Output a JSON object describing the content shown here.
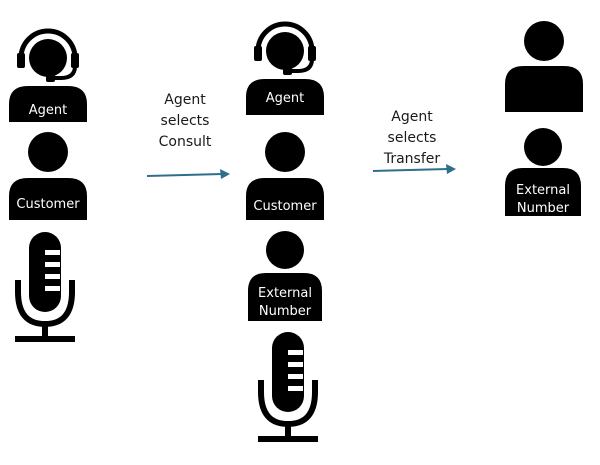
{
  "participants": {
    "agent": "Agent",
    "customer": "Customer",
    "external_number": [
      "External",
      "Number"
    ]
  },
  "steps": {
    "consult": [
      "Agent",
      "selects",
      "Consult"
    ],
    "transfer": [
      "Agent",
      "selects",
      "Transfer"
    ]
  },
  "colors": {
    "figure": "#000000",
    "label": "#ffffff",
    "arrow": "#2e6f8e"
  },
  "icons": [
    "headset-icon",
    "person-icon",
    "microphone-icon",
    "arrow-right-icon"
  ]
}
